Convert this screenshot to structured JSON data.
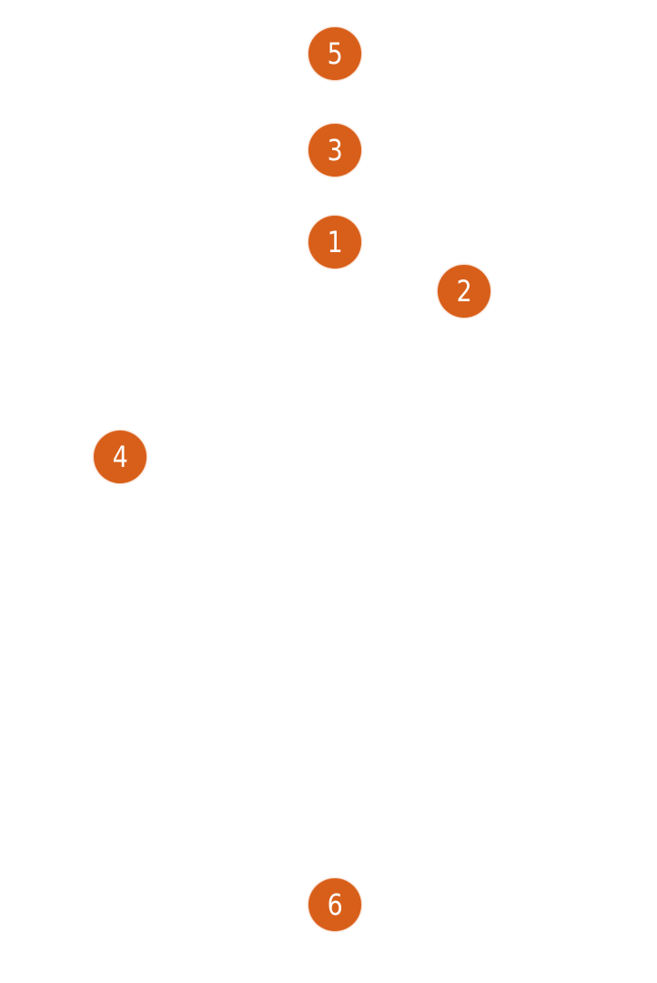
{
  "markers": [
    {
      "label": "1"
    },
    {
      "label": "2"
    },
    {
      "label": "3"
    },
    {
      "label": "4"
    },
    {
      "label": "5"
    },
    {
      "label": "6"
    }
  ],
  "colors": {
    "marker_fill": "#D85F1A",
    "marker_text": "#FFFFFF",
    "background": "#FFFFFF"
  }
}
